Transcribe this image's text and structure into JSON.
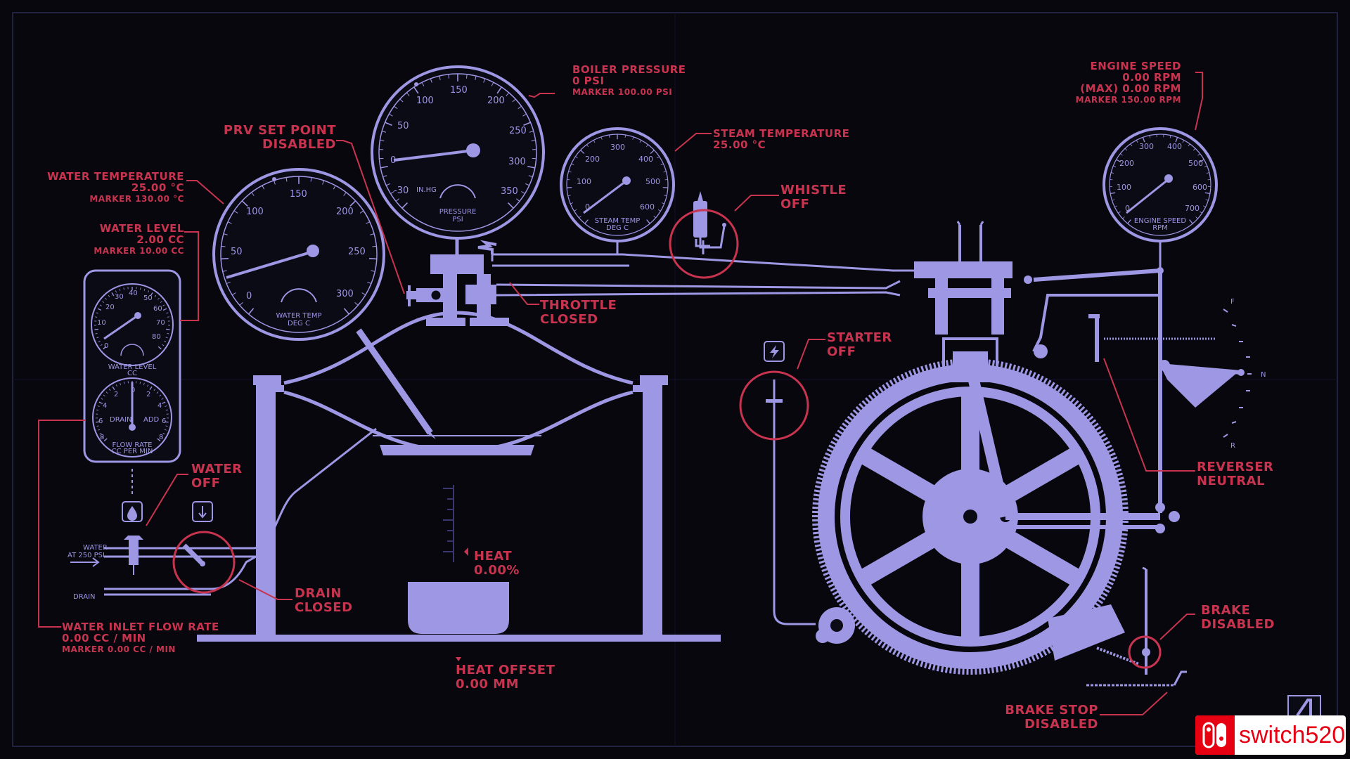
{
  "labels": {
    "boiler_pressure": [
      "BOILER PRESSURE",
      "0 PSI",
      "MARKER 100.00 PSI"
    ],
    "prv": [
      "PRV SET POINT",
      "DISABLED"
    ],
    "water_temperature": [
      "WATER TEMPERATURE",
      "25.00 °C",
      "MARKER 130.00 °C"
    ],
    "water_level": [
      "WATER LEVEL",
      "2.00 CC",
      "MARKER 10.00 CC"
    ],
    "steam_temperature": [
      "STEAM TEMPERATURE",
      "25.00 °C"
    ],
    "whistle": [
      "WHISTLE",
      "OFF"
    ],
    "engine_speed": [
      "ENGINE SPEED",
      "0.00 RPM",
      "(MAX) 0.00 RPM",
      "MARKER 150.00 RPM"
    ],
    "throttle": [
      "THROTTLE",
      "CLOSED"
    ],
    "starter": [
      "STARTER",
      "OFF"
    ],
    "reverser": [
      "REVERSER",
      "NEUTRAL"
    ],
    "water": [
      "WATER",
      "OFF"
    ],
    "drain": [
      "DRAIN",
      "CLOSED"
    ],
    "heat": [
      "HEAT",
      "0.00%"
    ],
    "water_inlet": [
      "WATER INLET FLOW RATE",
      "0.00 CC / MIN",
      "MARKER 0.00 CC / MIN"
    ],
    "heat_offset": [
      "HEAT OFFSET",
      "0.00 MM"
    ],
    "brake": [
      "BRAKE",
      "DISABLED"
    ],
    "brake_stop": [
      "BRAKE STOP",
      "DISABLED"
    ]
  },
  "gauges": {
    "pressure": {
      "ticks": [
        "-30",
        "0",
        "50",
        "100",
        "150",
        "200",
        "250",
        "300",
        "350"
      ],
      "unit_small": "IN.HG",
      "title": [
        "PRESSURE",
        "PSI"
      ]
    },
    "water_temp": {
      "ticks": [
        "0",
        "50",
        "100",
        "150",
        "200",
        "250",
        "300"
      ],
      "title": [
        "WATER TEMP",
        "DEG C"
      ]
    },
    "steam_temp": {
      "ticks": [
        "0",
        "100",
        "200",
        "300",
        "400",
        "500",
        "600"
      ],
      "title": [
        "STEAM TEMP",
        "DEG C"
      ]
    },
    "engine_speed": {
      "ticks": [
        "0",
        "100",
        "200",
        "300",
        "400",
        "500",
        "600",
        "700"
      ],
      "title": [
        "ENGINE SPEED",
        "RPM"
      ]
    },
    "water_level": {
      "ticks": [
        "0",
        "10",
        "20",
        "30",
        "40",
        "50",
        "60",
        "70",
        "80"
      ],
      "title": [
        "WATER LEVEL",
        "CC"
      ]
    },
    "flow_rate": {
      "ticks": [
        "8",
        "6",
        "4",
        "2",
        "0",
        "2",
        "4",
        "6",
        "8"
      ],
      "sides": [
        "DRAIN",
        "ADD"
      ],
      "title": [
        "FLOW RATE",
        "CC PER MIN"
      ]
    }
  },
  "side_text": {
    "water_at": [
      "WATER",
      "AT 250 PSI"
    ],
    "drain": "DRAIN",
    "reverser_marks": [
      "F",
      "N",
      "R"
    ]
  },
  "icons": {
    "water_drop": "water-drop-icon",
    "drain": "drain-arrow-icon",
    "starter": "lightning-icon",
    "corner": "logo-mark-icon"
  },
  "watermark": {
    "text": "switch520"
  },
  "colors": {
    "background": "#07070d",
    "machine": "#9d97e4",
    "label": "#c8344f",
    "frame": "#2a2a52"
  }
}
